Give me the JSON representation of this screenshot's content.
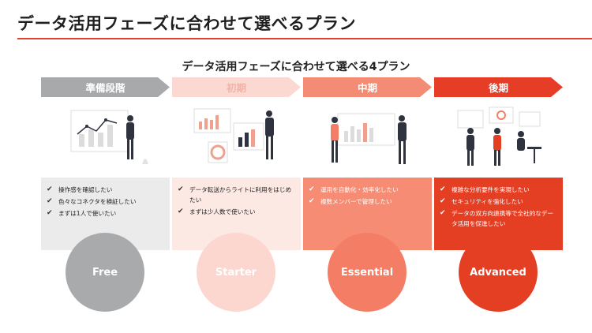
{
  "header": {
    "title": "データ活用フェーズに合わせて選べるプラン",
    "subtitle": "データ活用フェーズに合わせて選べる4プラン"
  },
  "phases": [
    {
      "phase": "準備段階",
      "plan": "Free",
      "needs": [
        "操作感を確認したい",
        "色々なコネクタを検証したい",
        "まずは1人で使いたい"
      ]
    },
    {
      "phase": "初期",
      "plan": "Starter",
      "needs": [
        "データ転送からライトに利用をはじめたい",
        "まずは少人数で使いたい"
      ]
    },
    {
      "phase": "中期",
      "plan": "Essential",
      "needs": [
        "運用を自動化・効率化したい",
        "複数メンバーで管理したい"
      ]
    },
    {
      "phase": "後期",
      "plan": "Advanced",
      "needs": [
        "複雑な分析要件を実現したい",
        "セキュリティを強化したい",
        "データの双方向連携等で全社的なデータ活用を促進したい"
      ]
    }
  ],
  "check_glyph": "✔",
  "colors": {
    "accent": "#e2412d",
    "free": "#a9aaac",
    "starter": "#fbd7cf",
    "essential": "#f37e65",
    "advanced": "#e43e23"
  }
}
